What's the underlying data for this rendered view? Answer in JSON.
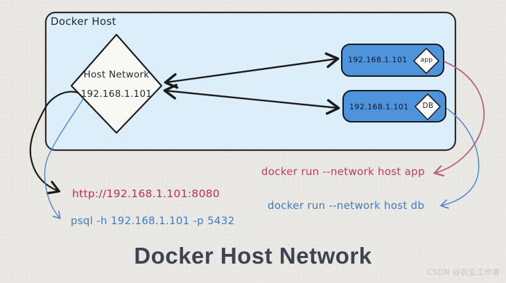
{
  "diagram": {
    "title": "Docker Host Network",
    "watermark": "CSDN @农业工作者",
    "host_box": {
      "label": "Docker Host"
    },
    "host_network": {
      "label": "Host Network",
      "ip": "192.168.1.101"
    },
    "containers": [
      {
        "ip": "192.168.1.101",
        "badge": "app"
      },
      {
        "ip": "192.168.1.101",
        "badge": "DB"
      }
    ],
    "commands": {
      "app": "docker run --network host app",
      "db": "docker run --network host db"
    },
    "endpoints": {
      "http": "http://192.168.1.101:8080",
      "psql": "psql -h 192.168.1.101 -p 5432"
    },
    "colors": {
      "page_bg": "#eae8e4",
      "host_box_fill": "#ddeefb",
      "container_fill": "#4e94dd",
      "node_fill": "#f8f8f5",
      "ink": "#1c1f26",
      "crimson_text": "#b43e63",
      "blue_text": "#3d7cc2",
      "pink_arrow": "#b8607d",
      "blue_arrow": "#4b86c6",
      "title_color": "#3e4350"
    }
  }
}
